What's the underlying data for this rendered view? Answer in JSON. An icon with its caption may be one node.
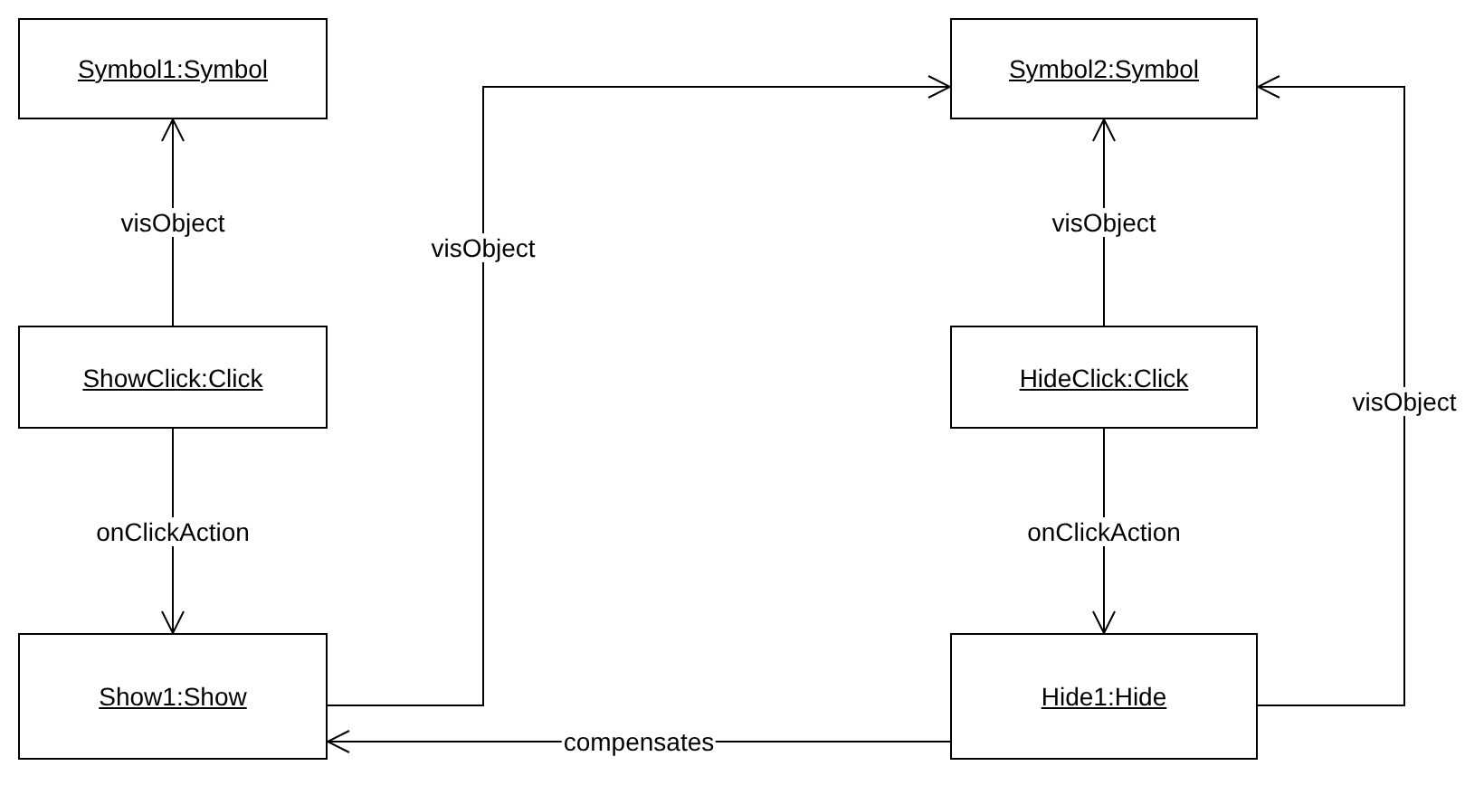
{
  "diagram": {
    "nodes": [
      {
        "text": [
          "Symbol1:Symbol"
        ]
      },
      {
        "text": [
          "Symbol2:Symbol"
        ]
      },
      {
        "text": [
          "ShowClick:Click"
        ]
      },
      {
        "text": [
          "HideClick:Click"
        ]
      },
      {
        "text": [
          "Show1:Show"
        ]
      },
      {
        "text": [
          "Hide1:Hide"
        ]
      }
    ],
    "edges": [
      {
        "from": 2,
        "to": 0,
        "arrow": "to",
        "label": "visObject"
      },
      {
        "from": 4,
        "to": 1,
        "arrow": "to",
        "label": "visObject"
      },
      {
        "from": 3,
        "to": 1,
        "arrow": "to",
        "label": "visObject"
      },
      {
        "from": 5,
        "to": 1,
        "arrow": "to",
        "label": "visObject"
      },
      {
        "from": 2,
        "to": 4,
        "arrow": "to",
        "label": "onClickAction"
      },
      {
        "from": 3,
        "to": 5,
        "arrow": "to",
        "label": "onClickAction"
      },
      {
        "from": 5,
        "to": 4,
        "arrow": "to",
        "label": "compensates"
      }
    ]
  }
}
